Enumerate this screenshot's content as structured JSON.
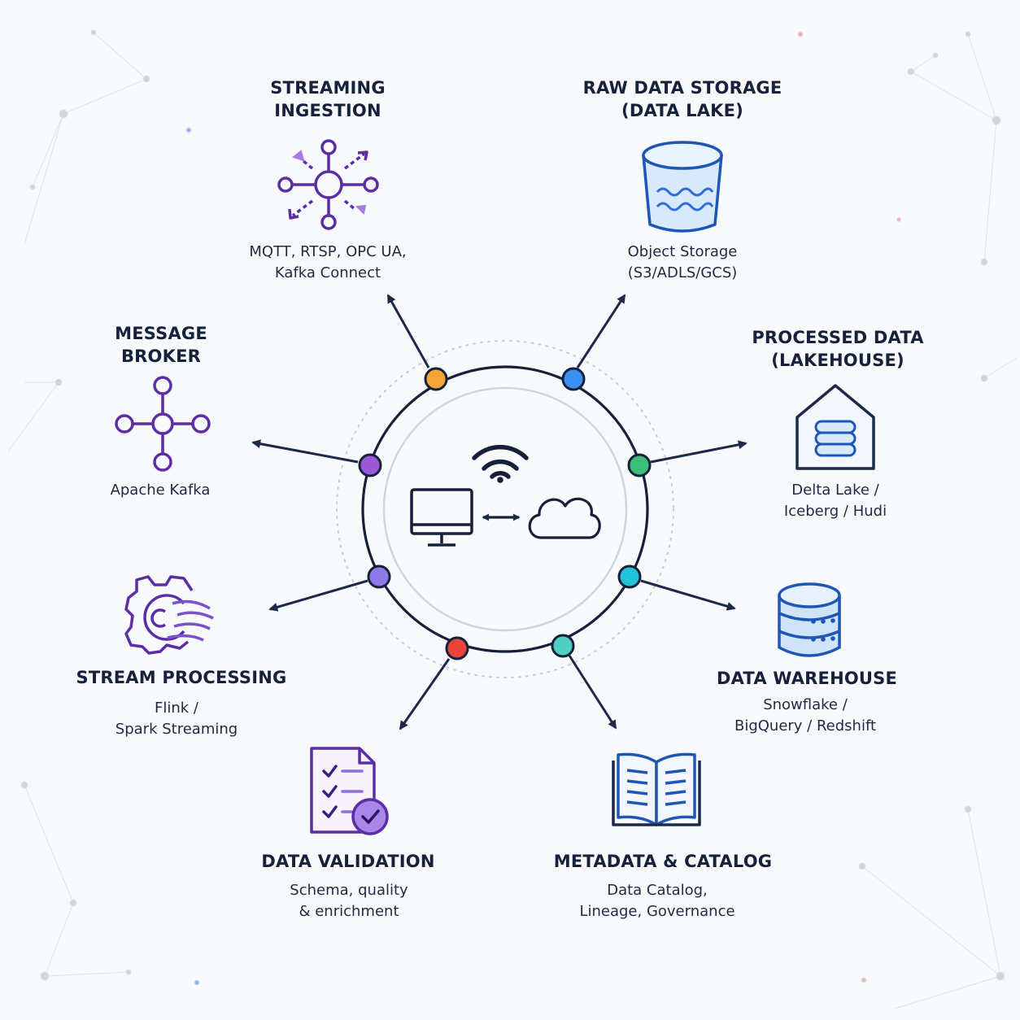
{
  "colors": {
    "ink": "#1b2a4a",
    "purple": "#5b2ea6",
    "blue": "#2f6fd6",
    "lightBlue": "#d7e9fb",
    "connector_streaming": "#f5a534",
    "connector_raw": "#3b8ff0",
    "connector_processed": "#3cbf7a",
    "connector_warehouse": "#21c3d6",
    "connector_metadata": "#4fcfc0",
    "connector_validation": "#e9443a",
    "connector_stream_processing": "#8d7ae8",
    "connector_broker": "#9b59d6"
  },
  "hub": {
    "icons": [
      "wifi-icon",
      "monitor-icon",
      "bidirectional-arrow-icon",
      "cloud-icon"
    ]
  },
  "nodes": {
    "streaming": {
      "title_lines": [
        "STREAMING",
        "INGESTION"
      ],
      "desc_lines": [
        "MQTT, RTSP, OPC UA,",
        "Kafka Connect"
      ],
      "icon": "hub-network-icon"
    },
    "raw": {
      "title_lines": [
        "RAW DATA STORAGE",
        "(DATA LAKE)"
      ],
      "desc_lines": [
        "Object Storage",
        "(S3/ADLS/GCS)"
      ],
      "icon": "bucket-icon"
    },
    "processed": {
      "title_lines": [
        "PROCESSED DATA",
        "(LAKEHOUSE)"
      ],
      "desc_lines": [
        "Delta Lake /",
        "Iceberg / Hudi"
      ],
      "icon": "lakehouse-icon"
    },
    "warehouse": {
      "title_lines": [
        "DATA WAREHOUSE"
      ],
      "desc_lines": [
        "Snowflake /",
        "BigQuery / Redshift"
      ],
      "icon": "database-icon"
    },
    "metadata": {
      "title_lines": [
        "METADATA & CATALOG"
      ],
      "desc_lines": [
        "Data Catalog,",
        "Lineage, Governance"
      ],
      "icon": "open-book-icon"
    },
    "validation": {
      "title_lines": [
        "DATA VALIDATION"
      ],
      "desc_lines": [
        "Schema, quality",
        "& enrichment"
      ],
      "icon": "checklist-icon"
    },
    "stream_processing": {
      "title_lines": [
        "STREAM PROCESSING"
      ],
      "desc_lines": [
        "Flink /",
        "Spark Streaming"
      ],
      "icon": "gear-stream-icon"
    },
    "broker": {
      "title_lines": [
        "MESSAGE",
        "BROKER"
      ],
      "desc_lines": [
        "Apache Kafka"
      ],
      "icon": "broker-network-icon"
    }
  }
}
